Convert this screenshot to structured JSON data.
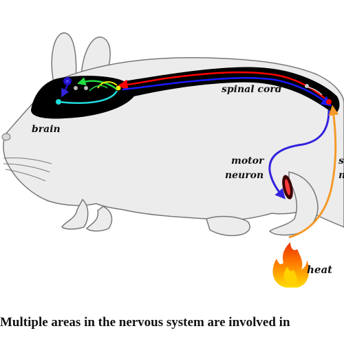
{
  "labels": {
    "brain": "brain",
    "spinal_cord": "spinal cord",
    "motor_neuron_line1": "motor",
    "motor_neuron_line2": "neuron",
    "sensory_line1": "s",
    "sensory_line2": "n",
    "heat": "heat"
  },
  "caption": "Multiple areas in the nervous system are involved in",
  "colors": {
    "body_fill": "#ececec",
    "outline": "#777777",
    "nervous_system": "#000000",
    "sensory_path": "#ff0000",
    "motor_path": "#1a1aff",
    "afferent_nerve": "#f59a2a",
    "efferent_nerve": "#3322dd",
    "brain_green": "#22dd44",
    "brain_cyan": "#22dddd",
    "brain_yellow": "#eeee00",
    "brain_purple": "#2211cc",
    "flame_outer": "#ff5a00",
    "flame_inner": "#ffd200"
  }
}
